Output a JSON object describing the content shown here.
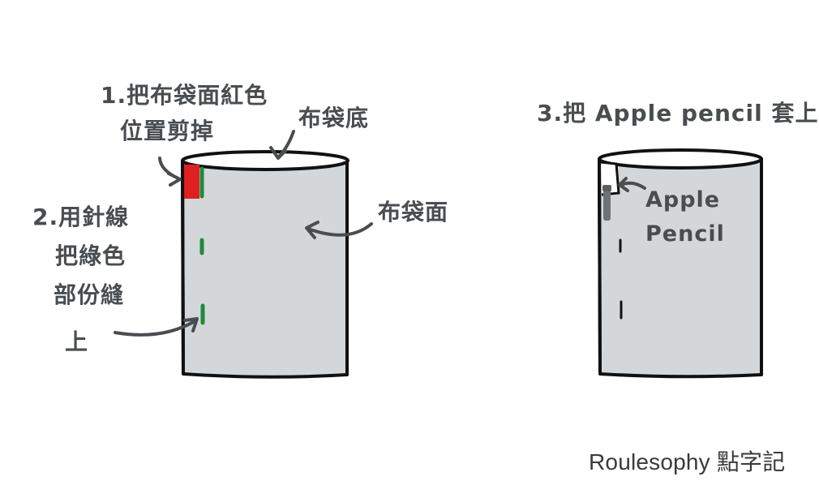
{
  "step1": {
    "line1": "1.把布袋面紅色",
    "line2": "位置剪掉"
  },
  "step2": {
    "line1": "2.用針線",
    "line2": "把綠色",
    "line3": "部份縫",
    "line4": "上"
  },
  "labels": {
    "bag_bottom": "布袋底",
    "bag_face": "布袋面"
  },
  "step3": {
    "text": "3.把 Apple pencil 套上"
  },
  "pencil_label": {
    "line1": "Apple",
    "line2": "Pencil"
  },
  "credit": "Roulesophy 點字記",
  "colors": {
    "bag_fill": "#d4d7da",
    "outline": "#111111",
    "ink": "#4a4d50",
    "cut_red": "#e02020",
    "stitch_green": "#1f8a3c",
    "pencil_gray": "#6e7276"
  }
}
